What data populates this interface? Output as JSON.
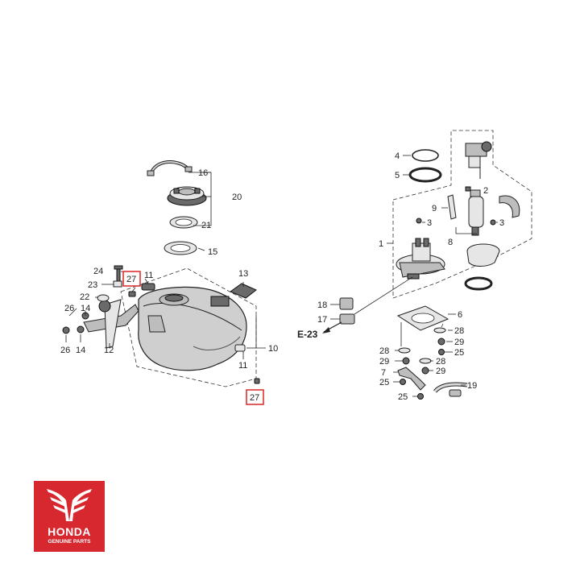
{
  "diagram": {
    "part_numbers": {
      "p1": "1",
      "p2": "2",
      "p3a": "3",
      "p3b": "3",
      "p4": "4",
      "p5": "5",
      "p6": "6",
      "p7": "7",
      "p8": "8",
      "p9": "9",
      "p10": "10",
      "p11a": "11",
      "p11b": "11",
      "p12": "12",
      "p13": "13",
      "p14a": "14",
      "p14b": "14",
      "p15": "15",
      "p16": "16",
      "p17": "17",
      "p18": "18",
      "p19": "19",
      "p20": "20",
      "p21": "21",
      "p22": "22",
      "p23": "23",
      "p24": "24",
      "p25a": "25",
      "p25b": "25",
      "p25c": "25",
      "p26": "26",
      "p27a": "27",
      "p27b": "27",
      "p28a": "28",
      "p28b": "28",
      "p28c": "28",
      "p29a": "29",
      "p29b": "29",
      "p29c": "29"
    },
    "reference": "E-23",
    "highlight_color": "#d33333"
  },
  "logo": {
    "brand": "HONDA",
    "tagline": "GENUINE PARTS",
    "color": "#d7282f"
  }
}
